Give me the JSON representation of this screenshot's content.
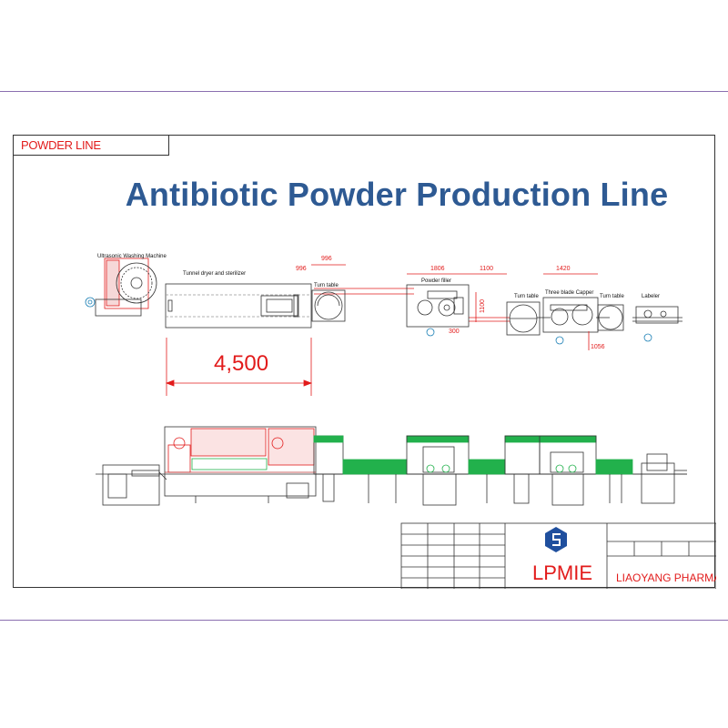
{
  "sheet": {
    "tag": "POWDER LINE",
    "title": "Antibiotic Powder Production Line"
  },
  "stations": {
    "washer": "Ultrasonic Washing Machine",
    "tunnel": "Tunnel dryer and sterilizer",
    "turntable1": "Turn table",
    "powder_filler": "Powder filler",
    "turntable2": "Turn table",
    "capper": "Three blade Capper",
    "turntable3": "Turn table",
    "labeler": "Labeler"
  },
  "dimensions": {
    "d996a": "996",
    "d996b": "996",
    "d1806": "1806",
    "d1100a": "1100",
    "d1420": "1420",
    "d300": "300",
    "d1100b": "1100",
    "d1056": "1056",
    "d4500": "4,500"
  },
  "title_block": {
    "company_logo_text": "LPMIE",
    "client": "LIAOYANG PHARMA"
  },
  "colors": {
    "drawing_red": "#e21b1b",
    "guard_green": "#22b14c",
    "title_blue": "#2e5a93",
    "rule_purple": "#8a6fb0"
  }
}
